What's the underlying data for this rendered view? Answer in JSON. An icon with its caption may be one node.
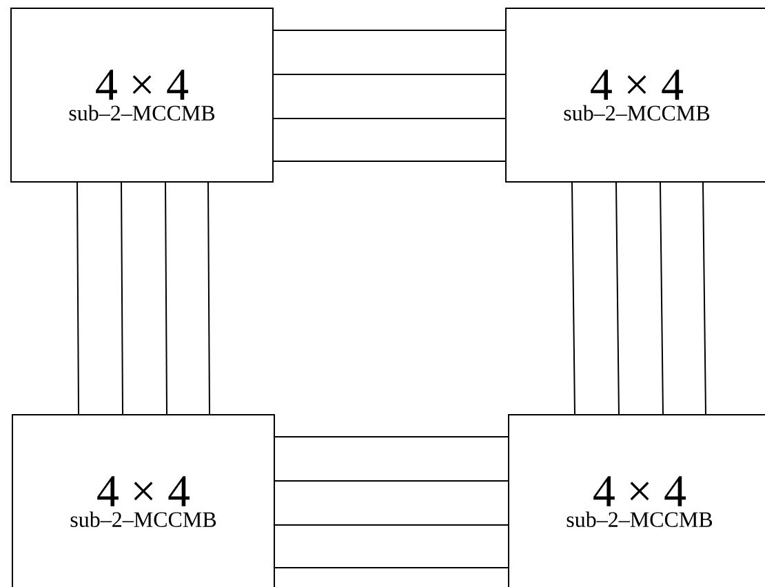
{
  "diagram": {
    "nodes": [
      {
        "text": [
          "4 × 4",
          "sub–2–MCCMB"
        ]
      },
      {
        "text": [
          "4 × 4",
          "sub–2–MCCMB"
        ]
      },
      {
        "text": [
          "4 × 4",
          "sub–2–MCCMB"
        ]
      },
      {
        "text": [
          "4 × 4",
          "sub–2–MCCMB"
        ]
      }
    ],
    "edges": [
      {
        "from": 0,
        "to": 1,
        "arrow": "none"
      },
      {
        "from": 0,
        "to": 1,
        "arrow": "none"
      },
      {
        "from": 0,
        "to": 1,
        "arrow": "none"
      },
      {
        "from": 0,
        "to": 1,
        "arrow": "none"
      },
      {
        "from": 0,
        "to": 2,
        "arrow": "none"
      },
      {
        "from": 0,
        "to": 2,
        "arrow": "none"
      },
      {
        "from": 0,
        "to": 2,
        "arrow": "none"
      },
      {
        "from": 0,
        "to": 2,
        "arrow": "none"
      },
      {
        "from": 1,
        "to": 3,
        "arrow": "none"
      },
      {
        "from": 1,
        "to": 3,
        "arrow": "none"
      },
      {
        "from": 1,
        "to": 3,
        "arrow": "none"
      },
      {
        "from": 1,
        "to": 3,
        "arrow": "none"
      },
      {
        "from": 2,
        "to": 3,
        "arrow": "none"
      },
      {
        "from": 2,
        "to": 3,
        "arrow": "none"
      },
      {
        "from": 2,
        "to": 3,
        "arrow": "none"
      },
      {
        "from": 2,
        "to": 3,
        "arrow": "none"
      }
    ]
  }
}
